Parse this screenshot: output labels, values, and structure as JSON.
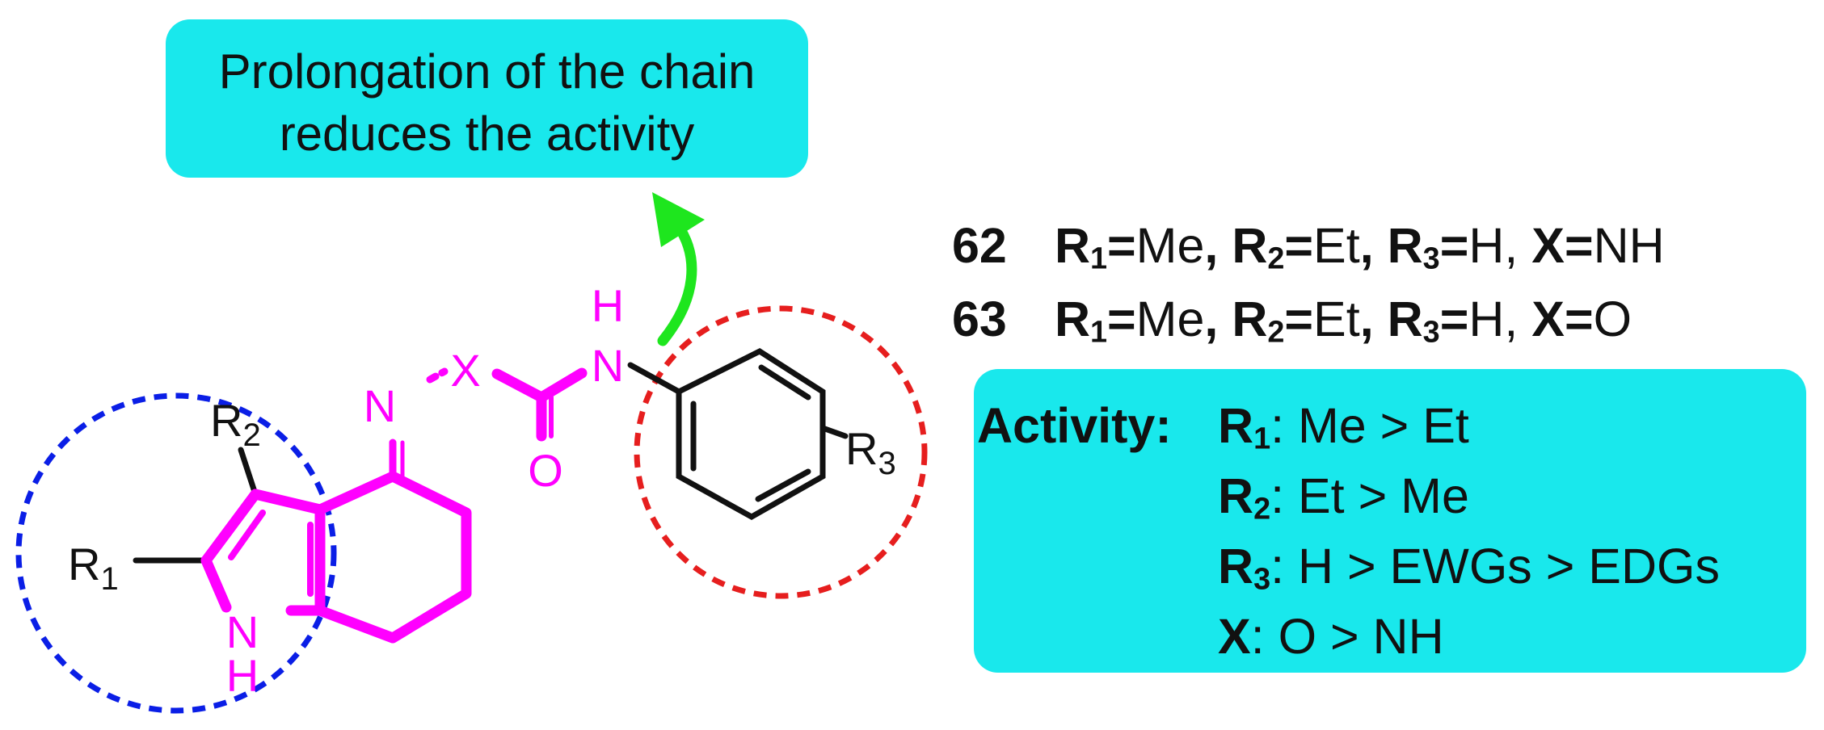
{
  "note": {
    "line1": "Prolongation of the chain",
    "line2": "reduces the activity"
  },
  "compounds": [
    {
      "num": "62",
      "r1": "Me",
      "r2": "Et",
      "r3": "H",
      "x": "NH"
    },
    {
      "num": "63",
      "r1": "Me",
      "r2": "Et",
      "r3": "H",
      "x": "O"
    }
  ],
  "labels": {
    "R": "R",
    "X": "X",
    "sub1": "1",
    "sub2": "2",
    "sub3": "3",
    "eq": "=",
    "comma": ","
  },
  "activity": {
    "heading": "Activity:",
    "r1": ": Me > Et",
    "r2": ": Et > Me",
    "r3": ": H > EWGs > EDGs",
    "x": ":  O > NH"
  },
  "molecule": {
    "atom_N": "N",
    "atom_X": "X",
    "atom_O": "O",
    "atom_H": "H",
    "R1": "R",
    "R2": "R",
    "R3": "R",
    "sub1": "1",
    "sub2": "2",
    "sub3": "3"
  },
  "colors": {
    "highlight_box": "#19e8ec",
    "core_magenta": "#ff00ff",
    "left_circle": "#0a1ee6",
    "right_circle": "#e61e1e",
    "arrow": "#1ee61e",
    "bonds": "#111111"
  }
}
